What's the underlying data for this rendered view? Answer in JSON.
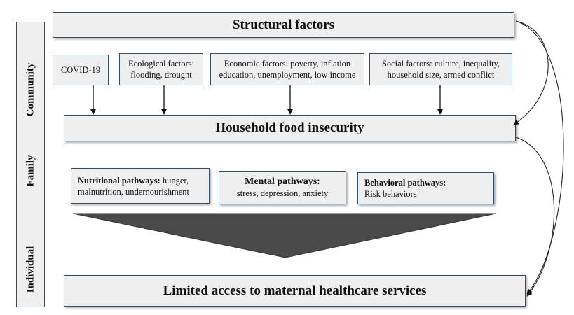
{
  "levels": {
    "community": "Community",
    "family": "Family",
    "individual": "Individual"
  },
  "structural": "Structural factors",
  "factors": {
    "covid": "COVID-19",
    "ecological": {
      "line1": "Ecological factors:",
      "line2": "flooding, drought"
    },
    "economic": {
      "line1": "Economic factors: poverty, inflation",
      "line2": "education, unemployment, low income"
    },
    "social": {
      "line1": "Social factors: culture, inequality,",
      "line2": "household size, armed conflict"
    }
  },
  "food_insecurity": "Household food insecurity",
  "pathways": {
    "nutritional": {
      "title": "Nutritional pathways:",
      "line1": " hunger,",
      "line2": "malnutrition, undernourishment"
    },
    "mental": {
      "title": "Mental pathways:",
      "line2": "stress, depression, anxiety"
    },
    "behavioral": {
      "title": "Behavioral pathways:",
      "line2": "Risk behaviors"
    }
  },
  "outcome": "Limited access to maternal healthcare services",
  "colors": {
    "box_fill": "#efefef",
    "box_border": "#2f4f6a",
    "funnel": "#4a4a4a",
    "arrow": "#111111"
  }
}
